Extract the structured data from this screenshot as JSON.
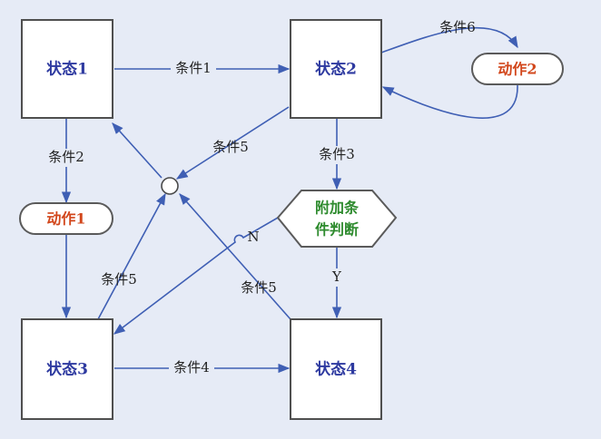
{
  "states": {
    "s1": "状态1",
    "s2": "状态2",
    "s3": "状态3",
    "s4": "状态4"
  },
  "actions": {
    "a1": "动作1",
    "a2": "动作2"
  },
  "decision": {
    "line1": "附加条",
    "line2": "件判断"
  },
  "edge_labels": {
    "c1": "条件1",
    "c2": "条件2",
    "c3": "条件3",
    "c4": "条件4",
    "c5_top": "条件5",
    "c5_left": "条件5",
    "c5_right": "条件5",
    "c6": "条件6",
    "no": "N",
    "yes": "Y"
  },
  "colors": {
    "background": "#e6ebf6",
    "edge": "#3f5fb4",
    "state_text": "#2e3aa0",
    "action_text": "#d2471c",
    "decision_text": "#2e8b2e"
  }
}
